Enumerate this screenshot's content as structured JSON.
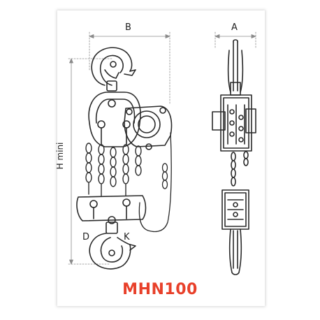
{
  "dimensions": {
    "b": "B",
    "a": "A",
    "h": "H mini",
    "d": "D",
    "k": "K"
  },
  "model": "MHN100",
  "colors": {
    "title": "#e8402a",
    "line": "#2a2a2a"
  }
}
